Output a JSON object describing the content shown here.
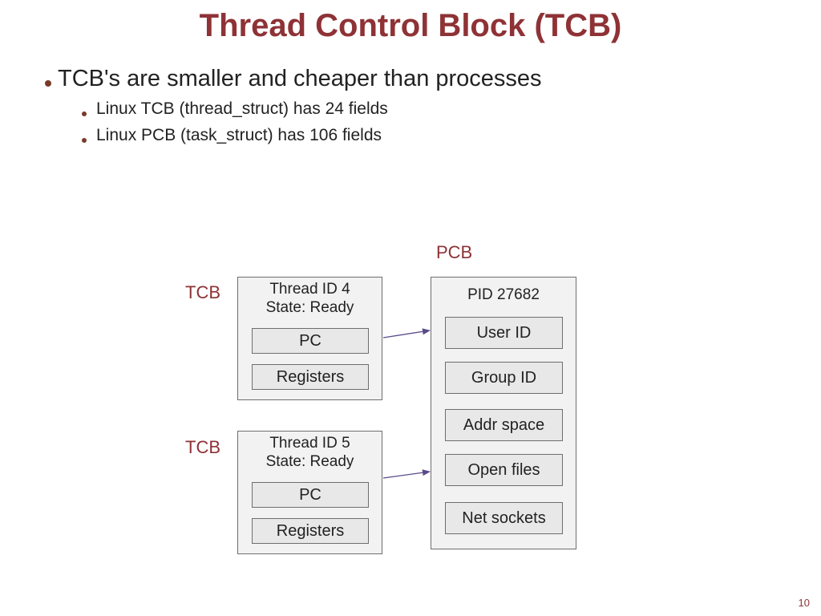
{
  "slide": {
    "title": "Thread Control Block (TCB)",
    "page_number": "10"
  },
  "bullets": {
    "main": "TCB's are smaller and cheaper than processes",
    "sub": [
      "Linux TCB (thread_struct) has 24 fields",
      "Linux PCB (task_struct) has 106 fields"
    ]
  },
  "diagram": {
    "tcb_label": "TCB",
    "pcb_label": "PCB",
    "tcbs": [
      {
        "thread_id": "Thread ID 4",
        "state": "State: Ready",
        "pc": "PC",
        "registers": "Registers"
      },
      {
        "thread_id": "Thread ID 5",
        "state": "State: Ready",
        "pc": "PC",
        "registers": "Registers"
      }
    ],
    "pcb": {
      "pid": "PID 27682",
      "fields": [
        "User ID",
        "Group ID",
        "Addr space",
        "Open files",
        "Net sockets"
      ]
    },
    "colors": {
      "accent": "#8e3236",
      "arrow": "#5a4a8a",
      "box_fill": "#f2f2f2",
      "field_fill": "#e8e8e8"
    }
  }
}
